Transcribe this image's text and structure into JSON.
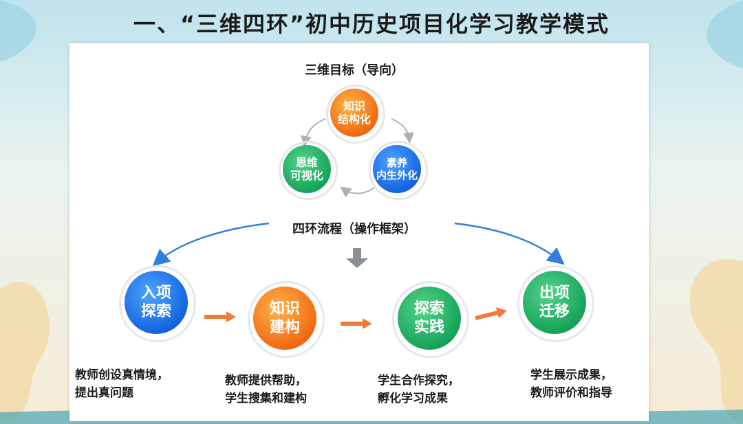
{
  "slide": {
    "title": "一、“三维四环”初中历史项目化学习教学模式"
  },
  "three_dimensions": {
    "heading": "三维目标（导向）",
    "top": "知识\n结构化",
    "left": "思维\n可视化",
    "right": "素养\n内生外化"
  },
  "four_rings": {
    "heading": "四环流程（操作框架）",
    "steps": [
      {
        "name": "入项\n探索",
        "desc": "教师创设真情境，\n提出真问题"
      },
      {
        "name": "知识\n建构",
        "desc": "教师提供帮助，\n学生搜集和建构"
      },
      {
        "name": "探索\n实践",
        "desc": "学生合作探究，\n孵化学习成果"
      },
      {
        "name": "出项\n迁移",
        "desc": "学生展示成果，\n教师评价和指导"
      }
    ]
  },
  "colors": {
    "orange": "#f26a12",
    "green": "#16a45a",
    "blue": "#1565e0",
    "arrow_orange": "#f07a3a",
    "arrow_blue": "#2f7fe0"
  }
}
